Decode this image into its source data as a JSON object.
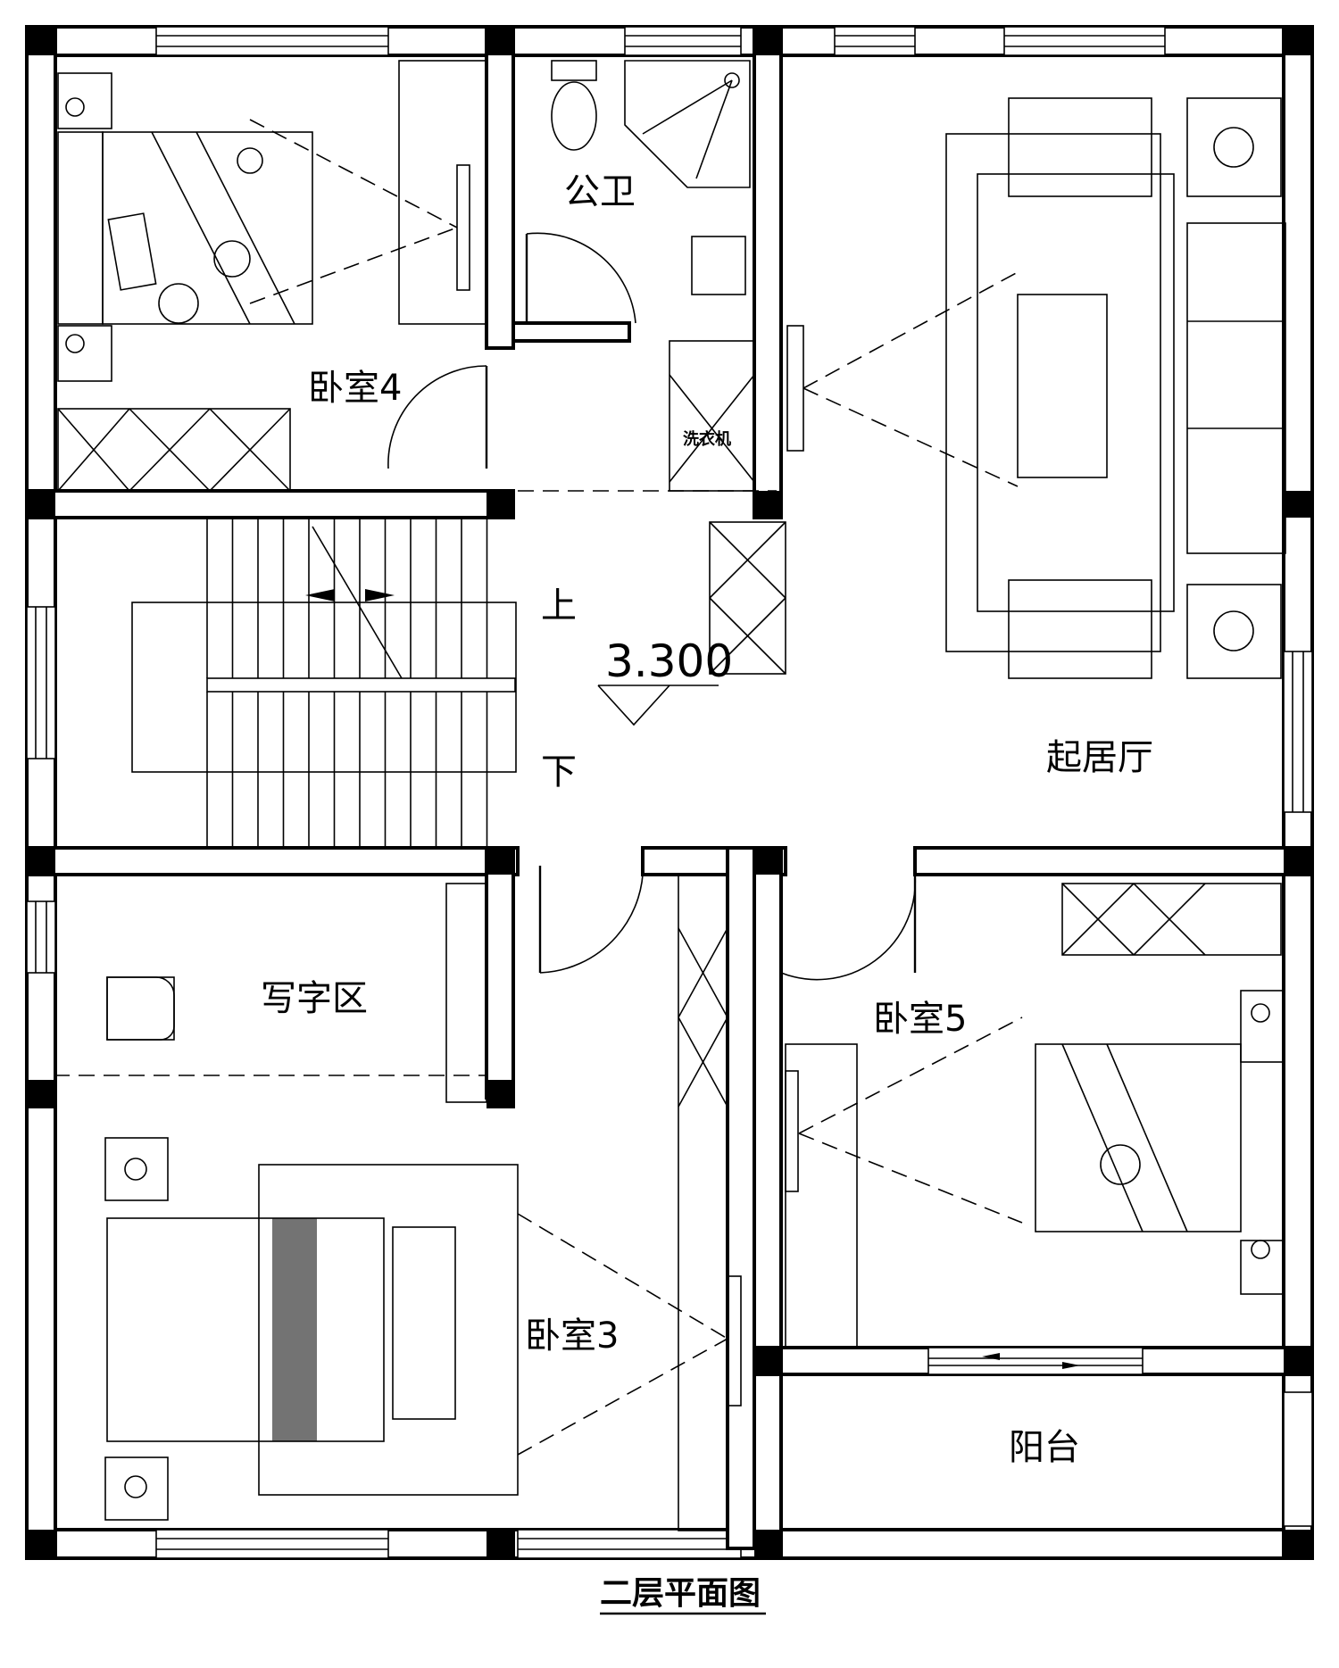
{
  "rooms": {
    "bedroom4": "卧室4",
    "bathroom": "公卫",
    "washer": "洗衣机",
    "living": "起居厅",
    "stairs_up": "上",
    "stairs_down": "下",
    "elevation": "3.300",
    "writing": "写字区",
    "bedroom5": "卧室5",
    "bedroom3": "卧室3",
    "balcony": "阳台"
  },
  "title": "二层平面图"
}
